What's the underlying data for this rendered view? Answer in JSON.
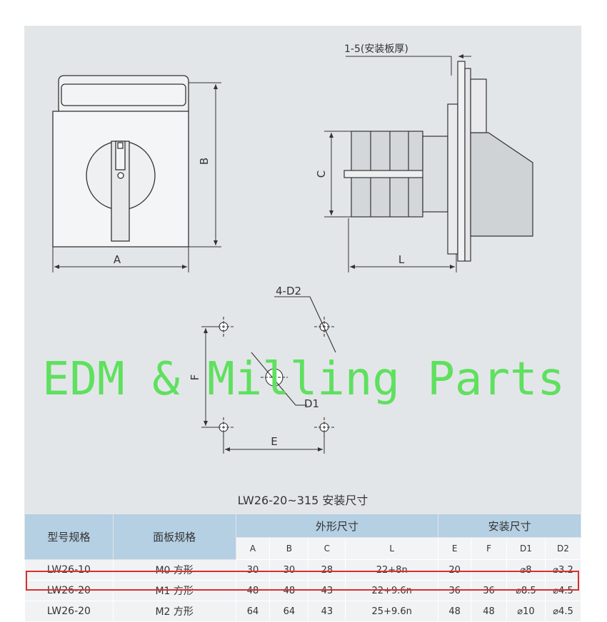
{
  "drawing": {
    "labels": {
      "a": "A",
      "b": "B",
      "c": "C",
      "l": "L",
      "thickness": "1-5(安装板厚)",
      "d2": "4-D2",
      "d1": "D1",
      "e": "E",
      "f": "F"
    },
    "caption": "LW26-20~315 安装尺寸"
  },
  "table": {
    "headers": {
      "model": "型号规格",
      "panel": "面板规格",
      "outline": "外形尺寸",
      "mounting": "安装尺寸"
    },
    "sub_headers": [
      "A",
      "B",
      "C",
      "L",
      "E",
      "F",
      "D1",
      "D2"
    ],
    "rows": [
      {
        "model": "LW26-10",
        "panel": "M0 方形",
        "a": "30",
        "b": "30",
        "c": "28",
        "l": "22+8n",
        "e": "20",
        "f": "",
        "d1": "⌀8",
        "d2": "⌀3.2"
      },
      {
        "model": "LW26-20",
        "panel": "M1 方形",
        "a": "48",
        "b": "48",
        "c": "43",
        "l": "22+9.6n",
        "e": "36",
        "f": "36",
        "d1": "⌀8.5",
        "d2": "⌀4.5"
      },
      {
        "model": "LW26-20",
        "panel": "M2 方形",
        "a": "64",
        "b": "64",
        "c": "43",
        "l": "25+9.6n",
        "e": "48",
        "f": "48",
        "d1": "⌀10",
        "d2": "⌀4.5"
      }
    ],
    "highlight_row": 3,
    "highlight_color": "#d8302d"
  },
  "watermark": "EDM & Milling Parts",
  "colors": {
    "sheet": "#e3e6e9",
    "header": "#b5cfe3",
    "watermark": "#5fe05f"
  }
}
